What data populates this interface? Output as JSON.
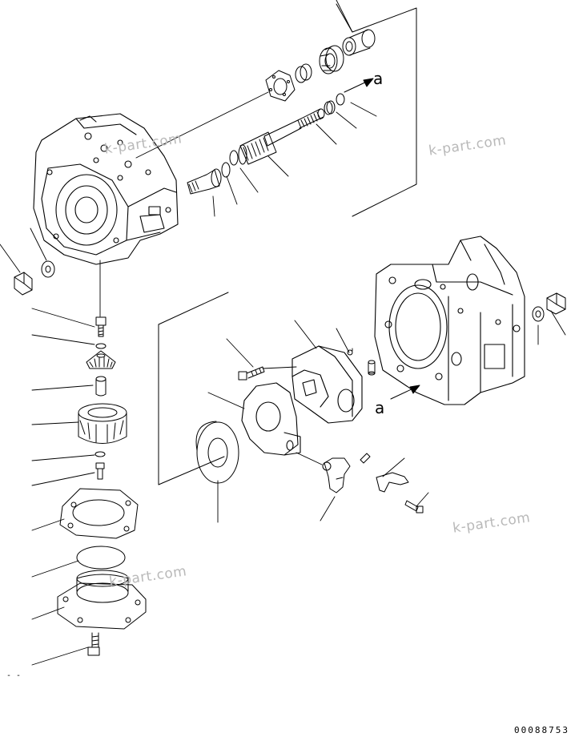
{
  "figure": {
    "doc_number": "00088753",
    "callout_letter": "a",
    "watermark": "k-part.com",
    "edge_mark": "- -"
  },
  "colors": {
    "line": "#000000",
    "watermark": "#b9b9b9",
    "background": "#ffffff"
  },
  "icons": [
    "pump-housing-icon",
    "rear-housing-icon",
    "nut-icon",
    "washer-icon",
    "bolt-icon",
    "bearing-icon",
    "spring-icon",
    "piston-icon",
    "seal-icon",
    "cover-plate-icon",
    "swash-plate-icon",
    "rocker-cam-icon",
    "pin-icon",
    "lever-icon"
  ]
}
